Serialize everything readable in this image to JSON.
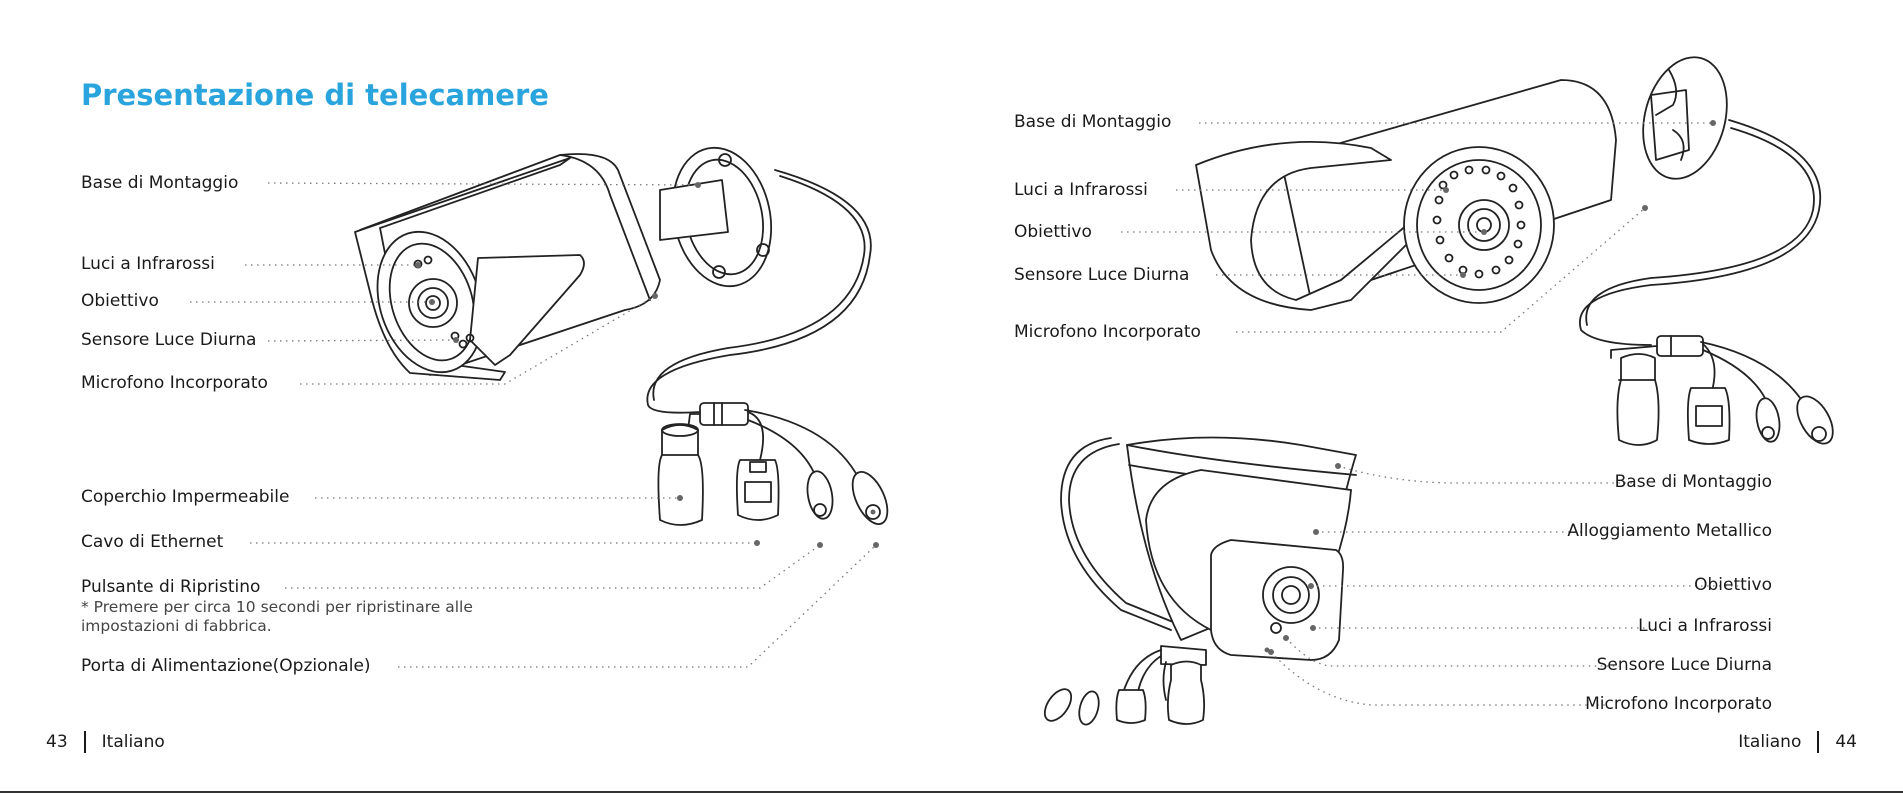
{
  "left": {
    "title": "Presentazione di telecamere",
    "labels": {
      "base": "Base di Montaggio",
      "ir": "Luci a Infrarossi",
      "lens": "Obiettivo",
      "sensor": "Sensore Luce Diurna",
      "mic": "Microfono Incorporato",
      "cover": "Coperchio Impermeabile",
      "ethernet": "Cavo di Ethernet",
      "reset": "Pulsante di Ripristino",
      "power": "Porta di Alimentazione(Opzionale)"
    },
    "note": {
      "line1": "* Premere per circa 10 secondi per ripristinare alle",
      "line2": "impostazioni di fabbrica."
    },
    "footer": {
      "page": "43",
      "language": "Italiano"
    }
  },
  "right": {
    "bullet_labels": {
      "base": "Base di Montaggio",
      "ir": "Luci a Infrarossi",
      "lens": "Obiettivo",
      "sensor": "Sensore Luce Diurna",
      "mic": "Microfono Incorporato"
    },
    "dome_labels": {
      "base": "Base di Montaggio",
      "housing": "Alloggiamento Metallico",
      "lens": "Obiettivo",
      "ir": "Luci a Infrarossi",
      "sensor": "Sensore Luce Diurna",
      "mic": "Microfono Incorporato"
    },
    "footer": {
      "language": "Italiano",
      "page": "44"
    }
  }
}
